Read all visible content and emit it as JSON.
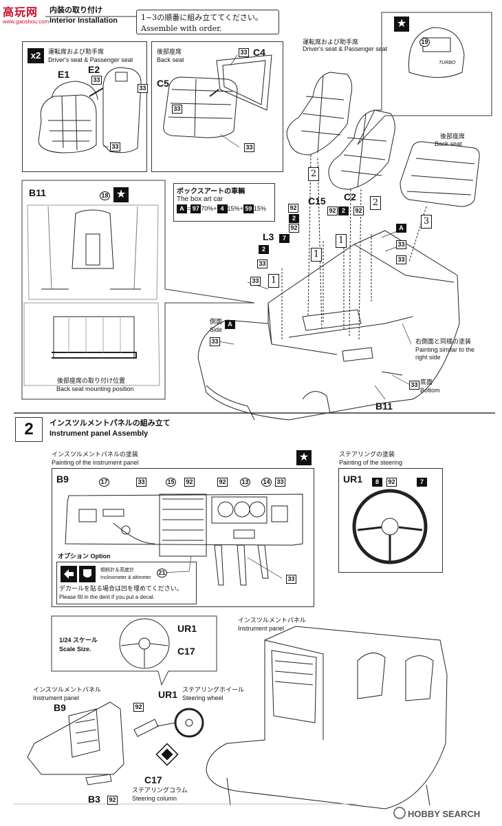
{
  "site": {
    "logo_text": "高玩网",
    "url": "www.gaoshou.com"
  },
  "step1": {
    "title_ja": "内装の取り付け",
    "title_en": "Interior Installation",
    "instruction_ja": "1~3の順番に組み立ててください。",
    "instruction_en": "Assemble with order.",
    "box_seats": {
      "multiplier": "x2",
      "label_ja": "運転席および助手席",
      "label_en": "Driver's seat & Passenger seat",
      "parts": [
        "E1",
        "E2"
      ],
      "paint": [
        "33",
        "33",
        "33"
      ]
    },
    "box_back": {
      "label_ja": "後部座席",
      "label_en": "Back seat",
      "parts": [
        "C4",
        "C5"
      ],
      "paint": [
        "33",
        "33",
        "33"
      ]
    },
    "box_star": {
      "star": "★",
      "paint": "19",
      "seat_text": "TURBO"
    },
    "main": {
      "seats_label_ja": "運転席および助手席",
      "seats_label_en": "Driver's seat & Passenger seat",
      "back_label_ja": "後部座席",
      "back_label_en": "Back seat",
      "boxart_title_ja": "ボックスアートの車輌",
      "boxart_title_en": "The box art car",
      "boxart_mix": {
        "a": "A",
        "eq": "=",
        "c1": "97",
        "p1": "70%+",
        "c2": "4",
        "p2": "15%+",
        "c3": "59",
        "p3": "15%"
      },
      "parts": [
        "L3",
        "C15",
        "C2",
        "B11"
      ],
      "side_ja": "側面",
      "side_en": "Side",
      "right_ja": "右側面と同様の塗装",
      "right_en1": "Painting similar to the",
      "right_en2": "right side",
      "bottom_ja": "底面",
      "bottom_en": "Bottom",
      "paint": {
        "p92a": "92",
        "p2a": "2",
        "p92b": "92",
        "p2b": "2",
        "p92c": "92",
        "p7": "7",
        "p2c": "2",
        "p33a": "33",
        "pA1": "A",
        "pA2": "A",
        "p33b": "33",
        "p33c": "33",
        "p33d": "33",
        "p33e": "33",
        "p33f": "33"
      },
      "order": [
        "1",
        "1",
        "1",
        "2",
        "2",
        "3"
      ]
    },
    "box_b11": {
      "part": "B11",
      "star": "★",
      "paint": "18",
      "mount_ja": "後部座席の取り付け位置",
      "mount_en": "Back seat mounting position"
    }
  },
  "step2": {
    "number": "2",
    "title_ja": "インスツルメントパネルの組み立て",
    "title_en": "Instrument panel Assembly",
    "panel_box": {
      "label_ja": "インスツルメントパネルの塗装",
      "label_en": "Painting of the instrument panel",
      "star": "★",
      "part": "B9",
      "paint": [
        "17",
        "33",
        "15",
        "92",
        "92",
        "13",
        "14",
        "33"
      ],
      "option_title": "オプション Option",
      "decal_no": "21",
      "incl_ja": "傾斜計＆高度計",
      "incl_en": "Inclinometer & altimeter",
      "decal_ja": "デカールを貼る場合は凹を埋めてください。",
      "decal_en": "Please fill in the dent if you put a decal.",
      "paint_end": "33"
    },
    "steer_box": {
      "label_ja": "ステアリングの塗装",
      "label_en": "Painting of the steering",
      "part": "UR1",
      "paint": [
        "8",
        "92",
        "7"
      ]
    },
    "scale_box": {
      "scale_ja": "1/24 スケール",
      "scale_en": "Scale Size.",
      "parts": [
        "UR1",
        "C17"
      ]
    },
    "lower": {
      "ip_ja": "インスツルメントパネル",
      "ip_en": "Instrument panel",
      "ip_part": "B9",
      "wheel_ja": "ステアリングホイール",
      "wheel_en": "Steering wheel",
      "wheel_part": "UR1",
      "col_ja": "ステアリングコラム",
      "col_en": "Steering column",
      "col_part": "C17",
      "b3": "B3",
      "paint": [
        "92",
        "92"
      ],
      "right_ja": "インスツルメントパネル",
      "right_en": "Instrument panel"
    }
  },
  "footer": {
    "brand": "HOBBY SEARCH"
  }
}
